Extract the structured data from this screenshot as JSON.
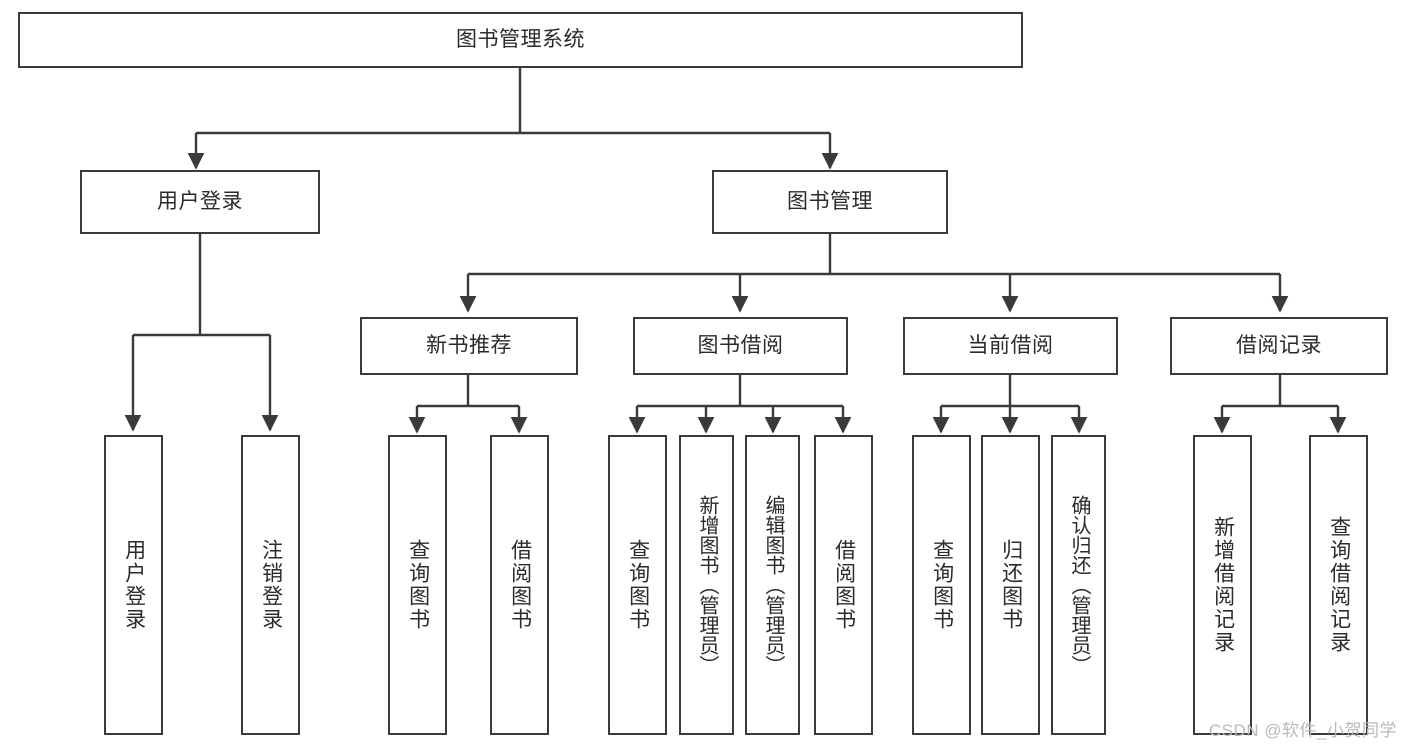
{
  "diagram": {
    "title": "图书管理系统",
    "type": "tree-hierarchy",
    "root": {
      "label": "图书管理系统"
    },
    "level1": [
      {
        "label": "用户登录"
      },
      {
        "label": "图书管理"
      }
    ],
    "level2": [
      {
        "label": "新书推荐"
      },
      {
        "label": "图书借阅"
      },
      {
        "label": "当前借阅"
      },
      {
        "label": "借阅记录"
      }
    ],
    "leaves": {
      "user_login": [
        {
          "label": "用户登录"
        },
        {
          "label": "注销登录"
        }
      ],
      "new_book_recommend": [
        {
          "label": "查询图书"
        },
        {
          "label": "借阅图书"
        }
      ],
      "book_borrow": [
        {
          "label": "查询图书"
        },
        {
          "label": "新增图书（管理员）"
        },
        {
          "label": "编辑图书（管理员）"
        },
        {
          "label": "借阅图书"
        }
      ],
      "current_borrow": [
        {
          "label": "查询图书"
        },
        {
          "label": "归还图书"
        },
        {
          "label": "确认归还（管理员）"
        }
      ],
      "borrow_record": [
        {
          "label": "新增借阅记录"
        },
        {
          "label": "查询借阅记录"
        }
      ]
    }
  },
  "watermark": {
    "text": "CSDN @软件_小贺同学"
  },
  "colors": {
    "border": "#3a3a3a",
    "text": "#2b2b2b",
    "background": "#ffffff",
    "connector": "#3a3a3a",
    "watermark": "#b9b9b9"
  }
}
